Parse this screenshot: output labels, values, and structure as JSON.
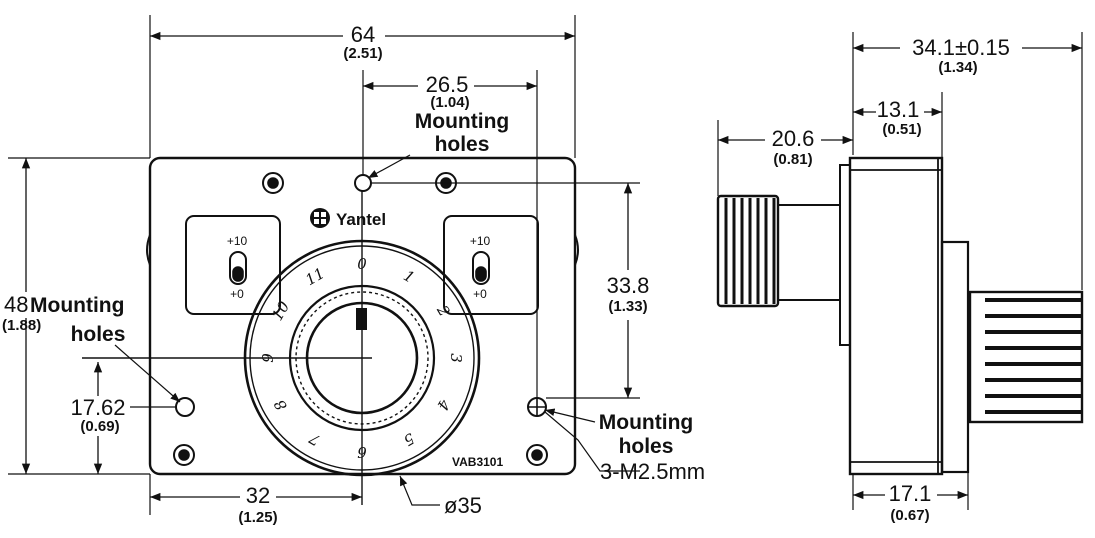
{
  "front_view": {
    "width_dim": {
      "value": "64",
      "inch": "(2.51)"
    },
    "hole_offset_dim": {
      "value": "26.5",
      "inch": "(1.04)"
    },
    "height_dim": {
      "value": "48",
      "inch": "(1.88)"
    },
    "hole_spacing_dim": {
      "value": "33.8",
      "inch": "(1.33)"
    },
    "hole_height_dim": {
      "value": "17.62",
      "inch": "(0.69)"
    },
    "center_offset_dim": {
      "value": "32",
      "inch": "(1.25)"
    },
    "dial_diameter": "ø35",
    "top_hole_note": {
      "line1": "Mounting",
      "line2": "holes"
    },
    "left_hole_note": {
      "line1": "Mounting",
      "line2": "holes"
    },
    "right_hole_note": {
      "line1": "Mounting",
      "line2": "holes",
      "line3": "3-M2.5mm"
    },
    "brand": "Yantel",
    "model": "VAB3101",
    "left_switch": {
      "top": "+10",
      "bottom": "+0"
    },
    "right_switch": {
      "top": "+10",
      "bottom": "+0"
    },
    "dial_numbers": [
      "0",
      "1",
      "2",
      "3",
      "4",
      "5",
      "6",
      "7",
      "8",
      "9",
      "10",
      "11"
    ]
  },
  "side_view": {
    "total_depth_dim": {
      "value": "34.1±0.15",
      "inch": "(1.34)"
    },
    "knob_dim": {
      "value": "13.1",
      "inch": "(0.51)"
    },
    "shaft_dim": {
      "value": "20.6",
      "inch": "(0.81)"
    },
    "body_dim": {
      "value": "17.1",
      "inch": "(0.67)"
    }
  }
}
